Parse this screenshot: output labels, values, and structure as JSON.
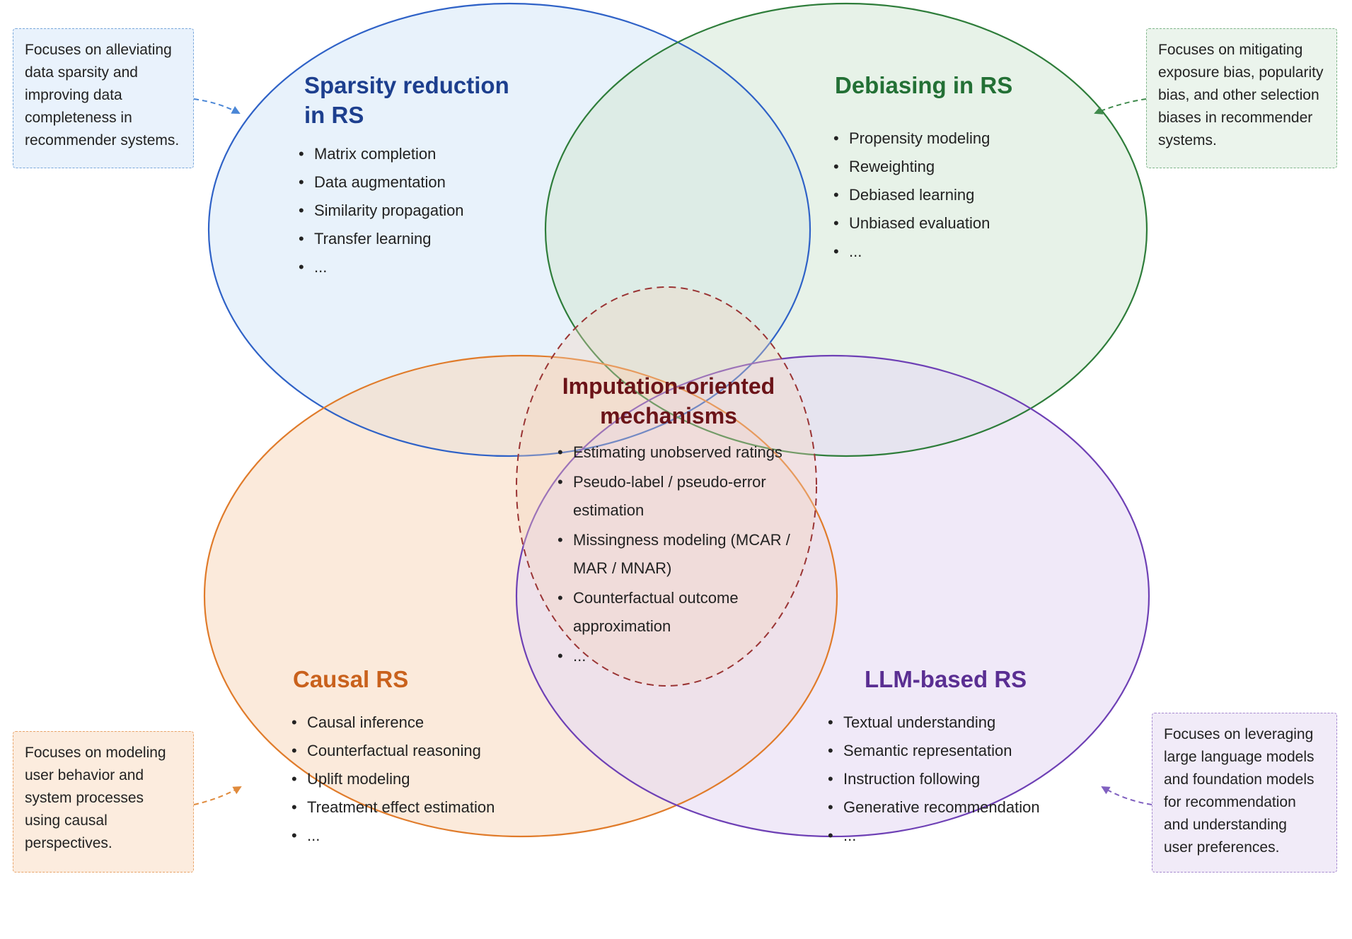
{
  "colors": {
    "blue": "#2f62c7",
    "green": "#2e7d3a",
    "orange": "#e07b2a",
    "purple": "#6e40b5",
    "center": "#9a3434"
  },
  "notes": {
    "blue": [
      "Focuses on alleviating",
      "data sparsity and",
      "improving data",
      "completeness in",
      "recommender systems."
    ],
    "green": [
      "Focuses on mitigating",
      "exposure bias, popularity",
      "bias, and other selection",
      "biases in recommender",
      "systems."
    ],
    "orange": [
      "Focuses on modeling",
      "user behavior and",
      "system processes",
      "using causal",
      "perspectives."
    ],
    "purple": [
      "Focuses on leveraging",
      "large language models",
      "and foundation models",
      "for recommendation",
      "and understanding",
      "user preferences."
    ]
  },
  "sets": {
    "sparsity": {
      "title_line1": "Sparsity reduction",
      "title_line2": "in RS",
      "items": [
        "Matrix completion",
        "Data augmentation",
        "Similarity propagation",
        "Transfer learning",
        "..."
      ]
    },
    "debiasing": {
      "title": "Debiasing in RS",
      "items": [
        "Propensity modeling",
        "Reweighting",
        "Debiased learning",
        "Unbiased evaluation",
        "..."
      ]
    },
    "causal": {
      "title": "Causal RS",
      "items": [
        "Causal inference",
        "Counterfactual reasoning",
        "Uplift modeling",
        "Treatment effect estimation",
        "..."
      ]
    },
    "llm": {
      "title": "LLM-based RS",
      "items": [
        "Textual understanding",
        "Semantic representation",
        "Instruction following",
        "Generative recommendation",
        "..."
      ]
    },
    "center": {
      "title_line1": "Imputation-oriented",
      "title_line2": "mechanisms",
      "items": [
        "Estimating unobserved ratings",
        "Pseudo-label / pseudo-error estimation",
        "Missingness modeling (MCAR / MAR / MNAR)",
        "Counterfactual outcome approximation",
        "..."
      ]
    }
  }
}
